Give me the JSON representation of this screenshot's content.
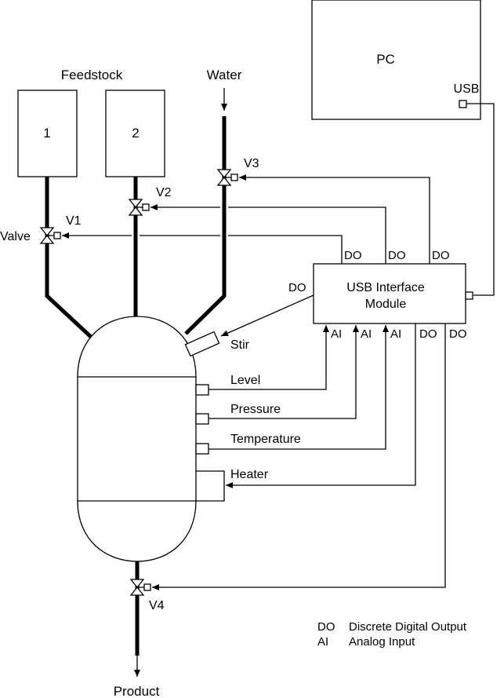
{
  "labels": {
    "feedstock": "Feedstock",
    "tank1": "1",
    "tank2": "2",
    "water": "Water",
    "pc": "PC",
    "usb": "USB",
    "module_line1": "USB Interface",
    "module_line2": "Module",
    "v1": "V1",
    "v2": "V2",
    "v3": "V3",
    "v4": "V4",
    "valve": "Valve",
    "do_v1": "DO",
    "do_v2": "DO",
    "do_v3": "DO",
    "do_stir": "DO",
    "ai_level": "AI",
    "ai_pressure": "AI",
    "ai_temperature": "AI",
    "do_heater": "DO",
    "do_v4": "DO",
    "stir": "Stir",
    "level": "Level",
    "pressure": "Pressure",
    "temperature": "Temperature",
    "heater": "Heater",
    "product": "Product"
  },
  "legend": [
    {
      "abbr": "DO",
      "text": "Discrete Digital Output"
    },
    {
      "abbr": "AI",
      "text": "Analog Input"
    }
  ]
}
